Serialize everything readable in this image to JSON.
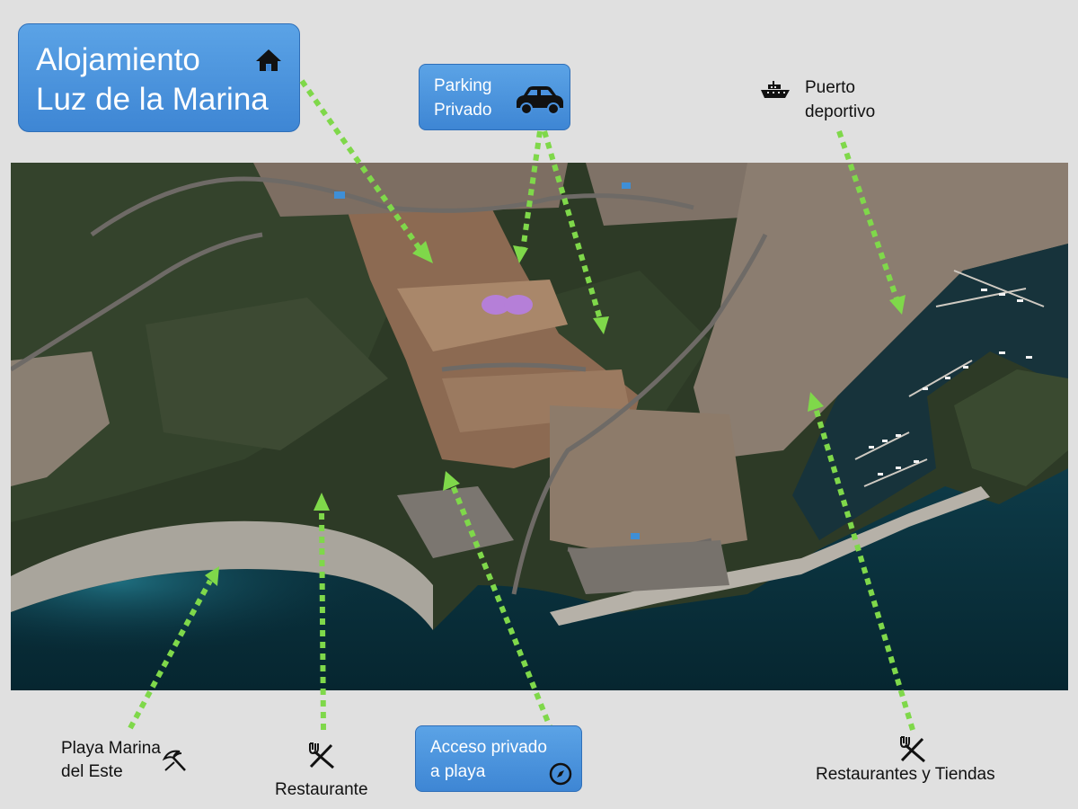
{
  "title": {
    "line1": "Alojamiento",
    "line2": "Luz de la Marina",
    "icon": "home-icon"
  },
  "parking": {
    "line1": "Parking",
    "line2": "Privado",
    "icon": "car-icon"
  },
  "puerto": {
    "line1": "Puerto",
    "line2": "deportivo",
    "icon": "boat-icon"
  },
  "playa": {
    "line1": "Playa Marina",
    "line2": "del Este",
    "icon": "beach-umbrella-icon"
  },
  "restaurante": {
    "label": "Restaurante",
    "icon": "cutlery-icon"
  },
  "acceso": {
    "line1": "Acceso privado",
    "line2": "a playa",
    "icon": "compass-icon"
  },
  "tiendas": {
    "label": "Restaurantes y Tiendas",
    "icon": "cutlery-icon"
  },
  "map": {
    "type": "satellite aerial photo",
    "arrow_color": "#7fd84a",
    "label_box_color": "#4a90e2"
  }
}
